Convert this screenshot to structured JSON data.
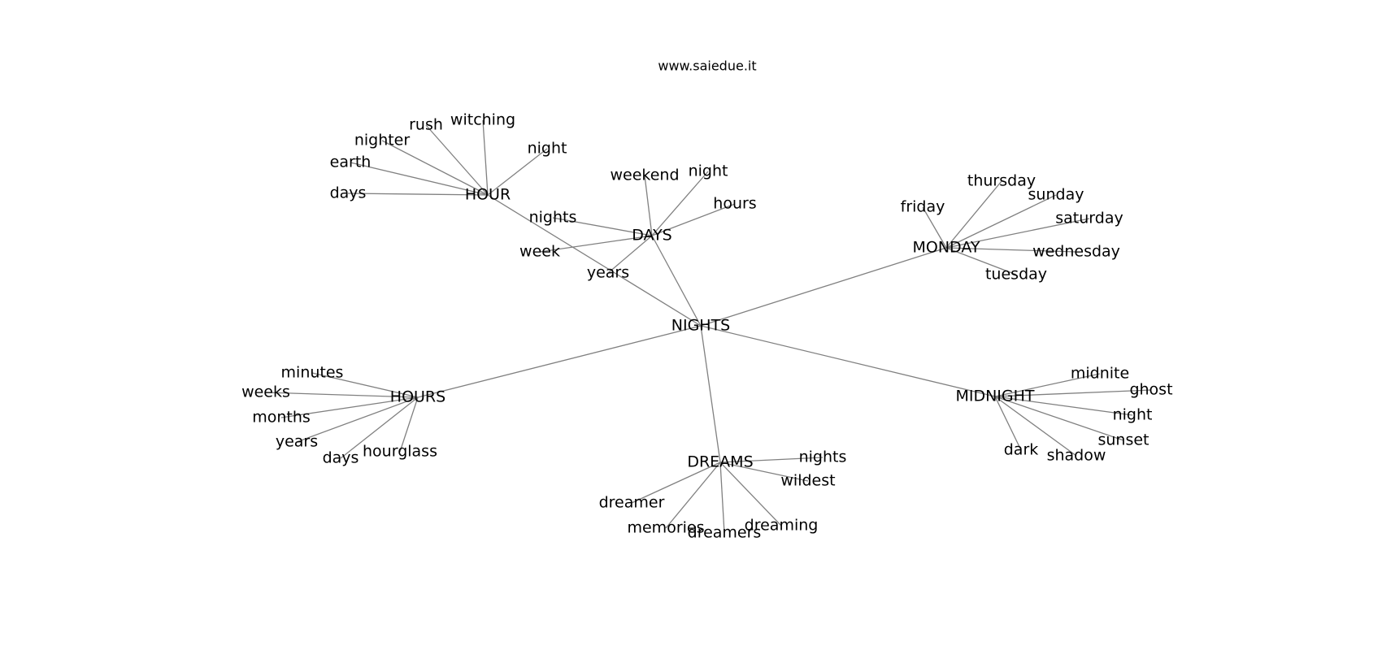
{
  "site_label": "www.saiedue.it",
  "graph": {
    "nodes": [
      {
        "id": "nights_center",
        "label": "NIGHTS"
      },
      {
        "id": "hour",
        "label": "HOUR"
      },
      {
        "id": "days_hub",
        "label": "DAYS"
      },
      {
        "id": "monday",
        "label": "MONDAY"
      },
      {
        "id": "hours_hub",
        "label": "HOURS"
      },
      {
        "id": "midnight",
        "label": "MIDNIGHT"
      },
      {
        "id": "dreams",
        "label": "DREAMS"
      },
      {
        "id": "hour_rush",
        "label": "rush"
      },
      {
        "id": "hour_witching",
        "label": "witching"
      },
      {
        "id": "hour_nighter",
        "label": "nighter"
      },
      {
        "id": "hour_night",
        "label": "night"
      },
      {
        "id": "hour_earth",
        "label": "earth"
      },
      {
        "id": "hour_days",
        "label": "days"
      },
      {
        "id": "days_weekend",
        "label": "weekend"
      },
      {
        "id": "days_night",
        "label": "night"
      },
      {
        "id": "days_hours",
        "label": "hours"
      },
      {
        "id": "days_nights",
        "label": "nights"
      },
      {
        "id": "days_week",
        "label": "week"
      },
      {
        "id": "days_years",
        "label": "years"
      },
      {
        "id": "monday_thursday",
        "label": "thursday"
      },
      {
        "id": "monday_sunday",
        "label": "sunday"
      },
      {
        "id": "monday_friday",
        "label": "friday"
      },
      {
        "id": "monday_saturday",
        "label": "saturday"
      },
      {
        "id": "monday_wednesday",
        "label": "wednesday"
      },
      {
        "id": "monday_tuesday",
        "label": "tuesday"
      },
      {
        "id": "hours_minutes",
        "label": "minutes"
      },
      {
        "id": "hours_weeks",
        "label": "weeks"
      },
      {
        "id": "hours_months",
        "label": "months"
      },
      {
        "id": "hours_years",
        "label": "years"
      },
      {
        "id": "hours_days",
        "label": "days"
      },
      {
        "id": "hours_hourglass",
        "label": "hourglass"
      },
      {
        "id": "midnight_midnite",
        "label": "midnite"
      },
      {
        "id": "midnight_ghost",
        "label": "ghost"
      },
      {
        "id": "midnight_night",
        "label": "night"
      },
      {
        "id": "midnight_sunset",
        "label": "sunset"
      },
      {
        "id": "midnight_dark",
        "label": "dark"
      },
      {
        "id": "midnight_shadow",
        "label": "shadow"
      },
      {
        "id": "dreams_nights",
        "label": "nights"
      },
      {
        "id": "dreams_wildest",
        "label": "wildest"
      },
      {
        "id": "dreams_dreamer",
        "label": "dreamer"
      },
      {
        "id": "dreams_memories",
        "label": "memories"
      },
      {
        "id": "dreams_dreamers",
        "label": "dreamers"
      },
      {
        "id": "dreams_dreaming",
        "label": "dreaming"
      }
    ],
    "edges": [
      [
        "nights_center",
        "hour"
      ],
      [
        "nights_center",
        "days_hub"
      ],
      [
        "nights_center",
        "monday"
      ],
      [
        "nights_center",
        "hours_hub"
      ],
      [
        "nights_center",
        "midnight"
      ],
      [
        "nights_center",
        "dreams"
      ],
      [
        "hour",
        "hour_rush"
      ],
      [
        "hour",
        "hour_witching"
      ],
      [
        "hour",
        "hour_nighter"
      ],
      [
        "hour",
        "hour_night"
      ],
      [
        "hour",
        "hour_earth"
      ],
      [
        "hour",
        "hour_days"
      ],
      [
        "days_hub",
        "days_weekend"
      ],
      [
        "days_hub",
        "days_night"
      ],
      [
        "days_hub",
        "days_hours"
      ],
      [
        "days_hub",
        "days_nights"
      ],
      [
        "days_hub",
        "days_week"
      ],
      [
        "days_hub",
        "days_years"
      ],
      [
        "monday",
        "monday_thursday"
      ],
      [
        "monday",
        "monday_sunday"
      ],
      [
        "monday",
        "monday_friday"
      ],
      [
        "monday",
        "monday_saturday"
      ],
      [
        "monday",
        "monday_wednesday"
      ],
      [
        "monday",
        "monday_tuesday"
      ],
      [
        "hours_hub",
        "hours_minutes"
      ],
      [
        "hours_hub",
        "hours_weeks"
      ],
      [
        "hours_hub",
        "hours_months"
      ],
      [
        "hours_hub",
        "hours_years"
      ],
      [
        "hours_hub",
        "hours_days"
      ],
      [
        "hours_hub",
        "hours_hourglass"
      ],
      [
        "midnight",
        "midnight_midnite"
      ],
      [
        "midnight",
        "midnight_ghost"
      ],
      [
        "midnight",
        "midnight_night"
      ],
      [
        "midnight",
        "midnight_sunset"
      ],
      [
        "midnight",
        "midnight_dark"
      ],
      [
        "midnight",
        "midnight_shadow"
      ],
      [
        "dreams",
        "dreams_nights"
      ],
      [
        "dreams",
        "dreams_wildest"
      ],
      [
        "dreams",
        "dreams_dreamer"
      ],
      [
        "dreams",
        "dreams_memories"
      ],
      [
        "dreams",
        "dreams_dreamers"
      ],
      [
        "dreams",
        "dreams_dreaming"
      ]
    ]
  }
}
